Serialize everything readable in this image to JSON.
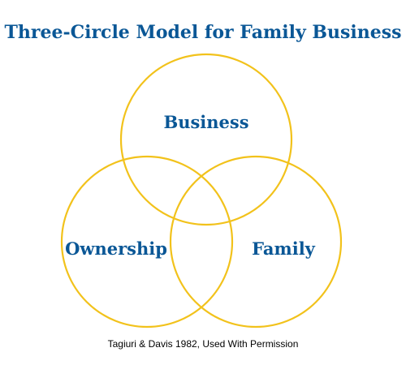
{
  "diagram": {
    "title": "Three-Circle Model for Family Business",
    "circles": [
      {
        "key": "business",
        "label": "Business"
      },
      {
        "key": "ownership",
        "label": "Ownership"
      },
      {
        "key": "family",
        "label": "Family"
      }
    ],
    "caption": "Tagiuri & Davis 1982, Used With Permission"
  },
  "colors": {
    "title": "#0a5796",
    "labels": "#0a5796",
    "circle_stroke": "#f2c21b",
    "caption": "#000000",
    "background": "#ffffff"
  }
}
